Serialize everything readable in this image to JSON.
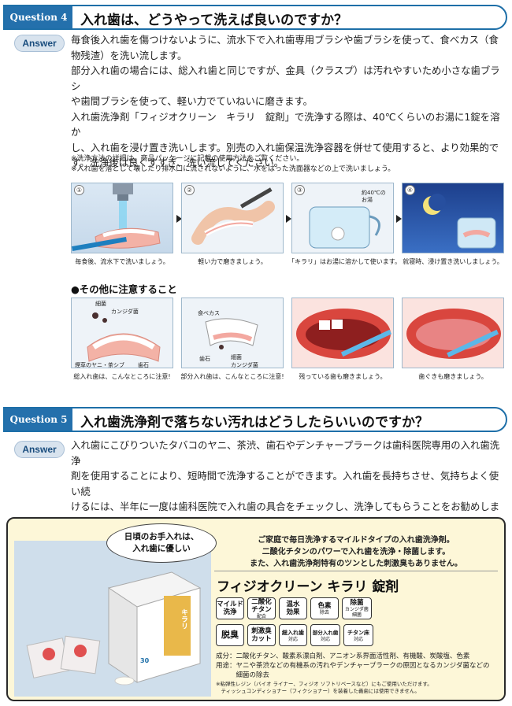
{
  "q4": {
    "tag": "Question 4",
    "title": "入れ歯は、どうやって洗えば良いのですか？",
    "answer_label": "Answer",
    "lines": [
      "毎食後入れ歯を傷つけないように、流水下で入れ歯専用ブラシや歯ブラシを使って、食べカス（食",
      "物残渣）を洗い流します。",
      "部分入れ歯の場合には、総入れ歯と同じですが、金具（クラスプ）は汚れやすいため小さな歯ブラシ",
      "や歯間ブラシを使って、軽い力でていねいに磨きます。",
      "入れ歯洗浄剤「フィジオクリーン　キラリ　錠剤」で洗浄する際は、40℃くらいのお湯に1錠を溶か",
      "し、入れ歯を浸け置き洗いします。別売の入れ歯保温洗浄容器を併せて使用すると、より効果的で",
      "す。洗浄後は良くすすぎ、洗い流してください。"
    ],
    "notes": [
      "※洗浄方法の詳細は、商品パッケージに記載の使用方法をご覧ください。",
      "※入れ歯を落として壊したり排水口に流されないように、水をはった洗面器などの上で洗いましょう。"
    ],
    "steps": [
      {
        "num": "①",
        "caption": "毎食後、流水下で洗いましょう。"
      },
      {
        "num": "②",
        "caption": "軽い力で磨きましょう。"
      },
      {
        "num": "③",
        "caption": "「キラリ」はお湯に溶かして使います。",
        "label": "約40℃の\nお湯"
      },
      {
        "num": "④",
        "caption": "就寝時、浸け置き洗いしましょう。"
      }
    ],
    "other_heading": "●その他に注意すること",
    "other": [
      {
        "caption": "総入れ歯は、こんなところに注意!",
        "labels": [
          "細菌",
          "カンジダ菌",
          "煙草のヤニ・茶シブ",
          "歯石"
        ]
      },
      {
        "caption": "部分入れ歯は、こんなところに注意!",
        "labels": [
          "食べカス",
          "歯石",
          "細菌",
          "カンジダ菌"
        ]
      },
      {
        "caption": "残っている歯も磨きましょう。"
      },
      {
        "caption": "歯ぐきも磨きましょう。"
      }
    ]
  },
  "q5": {
    "tag": "Question 5",
    "title": "入れ歯洗浄剤で落ちない汚れはどうしたらいいのですか？",
    "answer_label": "Answer",
    "lines": [
      "入れ歯にこびりついたタバコのヤニ、茶渋、歯石やデンチャープラークは歯科医院専用の入れ歯洗浄",
      "剤を使用することにより、短時間で洗浄することができます。入れ歯を長持ちさせ、気持ちよく使い続",
      "けるには、半年に一度は歯科医院で入れ歯の具合をチェックし、洗浄してもらうことをお勧めします。"
    ]
  },
  "ad": {
    "bubble": [
      "日頃のお手入れは、",
      "入れ歯に優しい"
    ],
    "intro": [
      "ご家庭で毎日洗浄するマイルドタイプの入れ歯洗浄剤。",
      "二酸化チタンのパワーで入れ歯を洗浄・除菌します。",
      "また、入れ歯洗浄剤特有のツンとした刺激臭もありません。"
    ],
    "product_name": "フィジオクリーン キラリ 錠剤",
    "features_row1": [
      {
        "main": "マイルド\n洗浄",
        "sub": ""
      },
      {
        "main": "二酸化\nチタン",
        "sub": "配合"
      },
      {
        "main": "温水\n効果",
        "sub": ""
      },
      {
        "main": "色素",
        "sub": "除去"
      },
      {
        "main": "除菌",
        "sub": "カンジダ菌\n細菌"
      }
    ],
    "features_row2": [
      {
        "main": "脱臭",
        "sub": ""
      },
      {
        "main": "刺激臭\nカット",
        "sub": ""
      },
      {
        "main": "総入れ歯",
        "sub": "対応"
      },
      {
        "main": "部分入れ歯",
        "sub": "対応"
      },
      {
        "main": "チタン床",
        "sub": "対応"
      }
    ],
    "package_label": "キラリ",
    "package_count": "30",
    "ingredients": "成分：二酸化チタン、酸素系漂白剤、アニオン系界面活性剤、有機酸、炭酸塩、色素",
    "usage_1": "用途：ヤニや茶渋などの有機系の汚れやデンチャープラークの原因となるカンジダ菌などの",
    "usage_2": "　　　細菌の除去",
    "fine_1": "※粘弾性レジン（バイオ ライナー、フィジオ ソフトリベースなど）にもご使用いただけます。",
    "fine_2": "　ティッシュコンディショナー（フィクショナー）を装着した義歯には使用できません。"
  },
  "colors": {
    "accent_blue": "#2470ac",
    "ad_bg": "#fdf7d8",
    "answer_pill": "#d8e3ee"
  }
}
